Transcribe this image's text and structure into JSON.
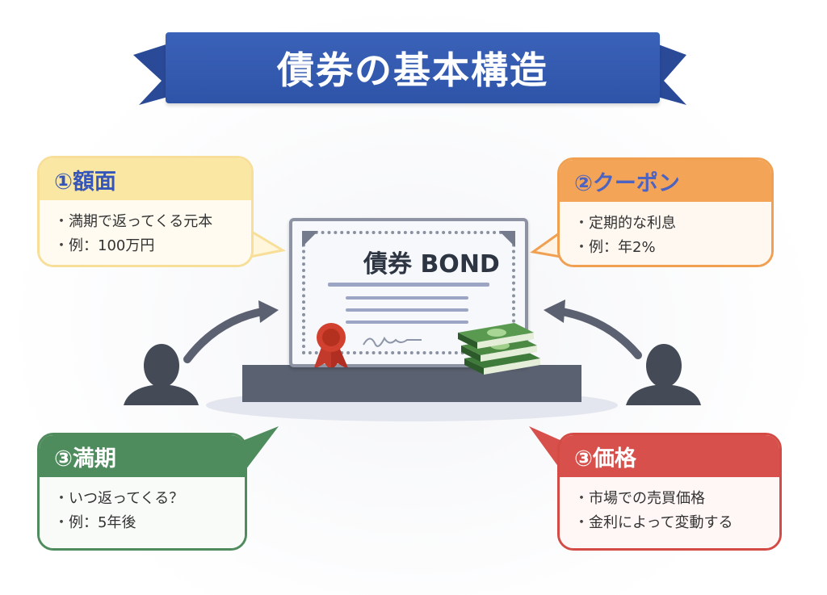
{
  "title": "債券の基本構造",
  "certificate": {
    "title": "債券 BOND"
  },
  "face_value": {
    "heading": "①額面",
    "lines": [
      "満期で返ってくる元本",
      "例：100万円"
    ]
  },
  "coupon": {
    "heading": "②クーポン",
    "lines": [
      "定期的な利息",
      "例：年2%"
    ]
  },
  "maturity": {
    "heading": "③満期",
    "lines": [
      "いつ返ってくる？",
      "例：5年後"
    ]
  },
  "price": {
    "heading": "③価格",
    "lines": [
      "市場での売買価格",
      "金利によって変動する"
    ]
  },
  "colors": {
    "banner": "#2e54a8",
    "face": "#fbe7a4",
    "coupon": "#f3a457",
    "maturity": "#4f8c5d",
    "price": "#d8504b",
    "pedestal": "#5a6170"
  }
}
